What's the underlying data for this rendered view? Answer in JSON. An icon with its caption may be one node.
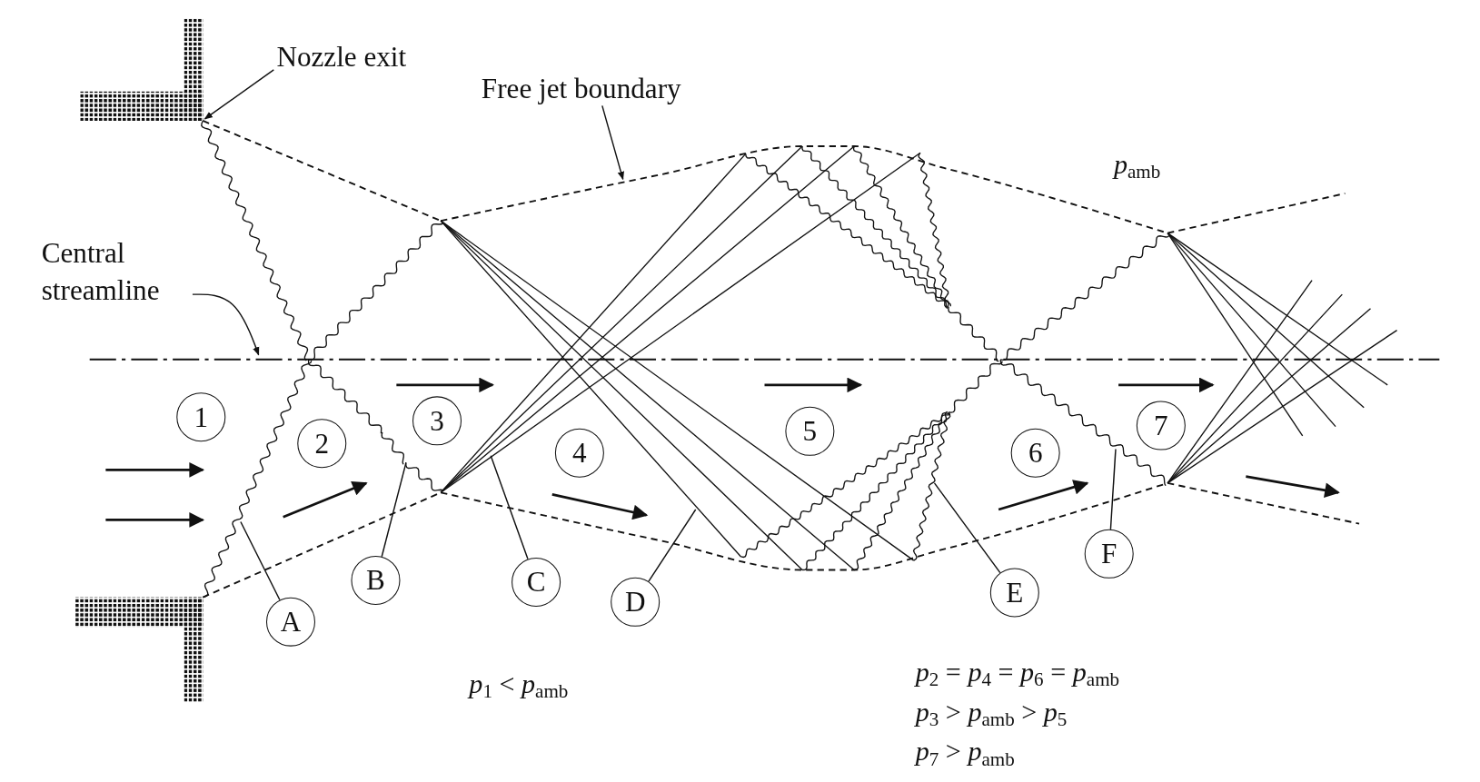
{
  "diagram": {
    "nodes": [
      {
        "text": [
          "Nozzle exit"
        ]
      },
      {
        "text": [
          "Free jet boundary"
        ]
      },
      {
        "text": [
          "Central streamline"
        ]
      },
      {
        "text": [
          "1"
        ]
      },
      {
        "text": [
          "2"
        ]
      },
      {
        "text": [
          "3"
        ]
      },
      {
        "text": [
          "4"
        ]
      },
      {
        "text": [
          "5"
        ]
      },
      {
        "text": [
          "6"
        ]
      },
      {
        "text": [
          "7"
        ]
      },
      {
        "text": [
          "A"
        ]
      },
      {
        "text": [
          "B"
        ]
      },
      {
        "text": [
          "C"
        ]
      },
      {
        "text": [
          "D"
        ]
      },
      {
        "text": [
          "E"
        ]
      },
      {
        "text": [
          "F"
        ]
      },
      {
        "text": [],
        "shape": "box"
      },
      {
        "text": [],
        "shape": "box"
      }
    ],
    "edges": [
      {
        "from": 0,
        "to": 16,
        "arrow": "to"
      },
      {
        "from": 1,
        "to": null,
        "arrow": "to"
      },
      {
        "from": 2,
        "to": null,
        "arrow": "to"
      },
      {
        "from": 10,
        "to": null,
        "arrow": "none"
      },
      {
        "from": 11,
        "to": null,
        "arrow": "none"
      },
      {
        "from": 12,
        "to": null,
        "arrow": "none"
      },
      {
        "from": 13,
        "to": null,
        "arrow": "none"
      },
      {
        "from": 14,
        "to": null,
        "arrow": "none"
      },
      {
        "from": 15,
        "to": null,
        "arrow": "none"
      }
    ],
    "labels": [
      "*p*$_{amb}$",
      "*p*$_{1}$ < *p*$_{amb}$",
      "*p*$_{2}$ = *p*$_{4}$ = *p*$_{6}$ = *p*$_{amb}$",
      "*p*$_{3}$ > *p*$_{amb}$ > *p*$_{5}$",
      "*p*$_{7}$ > *p*$_{amb}$"
    ]
  }
}
